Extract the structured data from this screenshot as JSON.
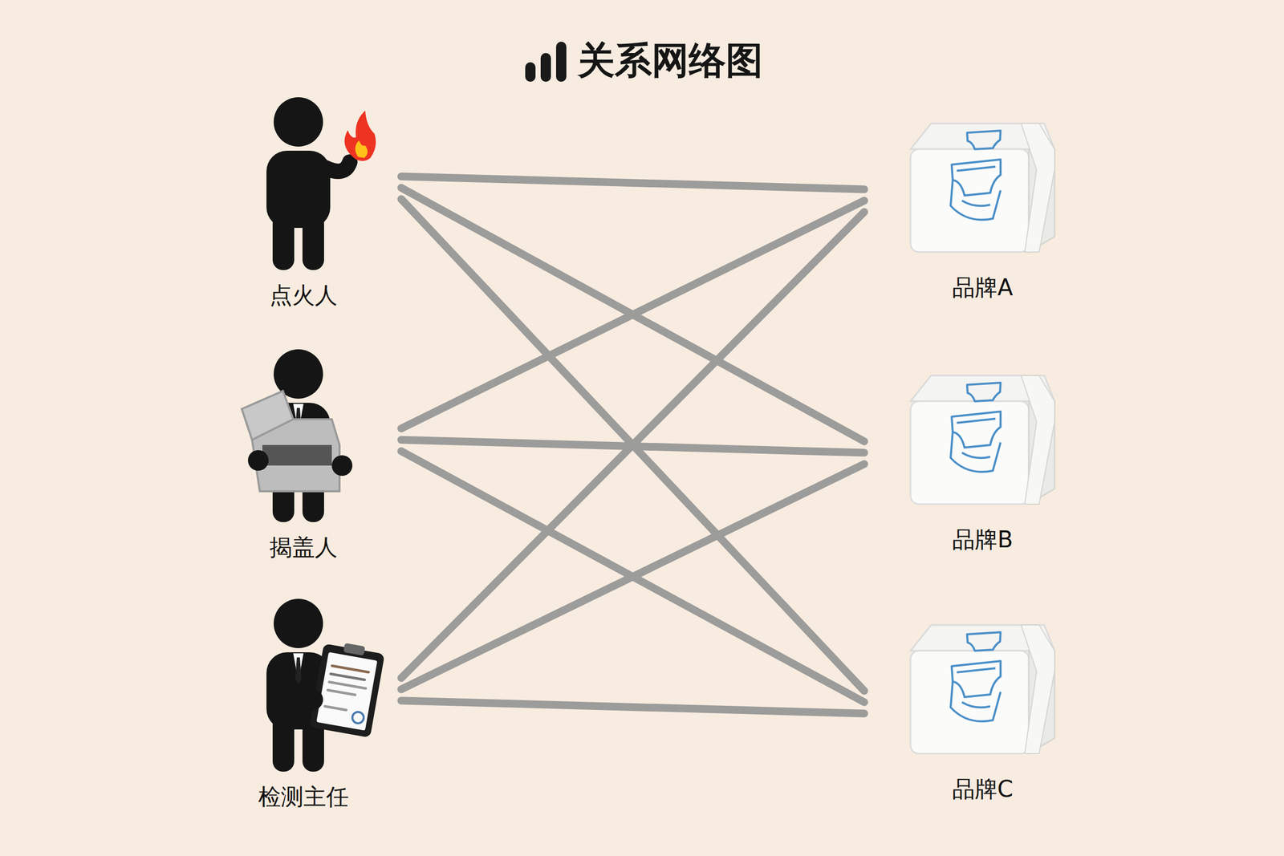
{
  "diagram": {
    "title": "关系网络图",
    "nodes": [
      {
        "text": [
          "点火人"
        ]
      },
      {
        "text": [
          "揭盖人"
        ]
      },
      {
        "text": [
          "检测主任"
        ]
      },
      {
        "text": [
          "品牌A"
        ]
      },
      {
        "text": [
          "品牌B"
        ]
      },
      {
        "text": [
          "品牌C"
        ]
      }
    ],
    "edges": [
      {
        "from": 0,
        "to": 3,
        "arrow": "none"
      },
      {
        "from": 0,
        "to": 4,
        "arrow": "none"
      },
      {
        "from": 0,
        "to": 5,
        "arrow": "none"
      },
      {
        "from": 1,
        "to": 3,
        "arrow": "none"
      },
      {
        "from": 1,
        "to": 4,
        "arrow": "none"
      },
      {
        "from": 1,
        "to": 5,
        "arrow": "none"
      },
      {
        "from": 2,
        "to": 3,
        "arrow": "none"
      },
      {
        "from": 2,
        "to": 4,
        "arrow": "none"
      },
      {
        "from": 2,
        "to": 5,
        "arrow": "none"
      }
    ]
  }
}
